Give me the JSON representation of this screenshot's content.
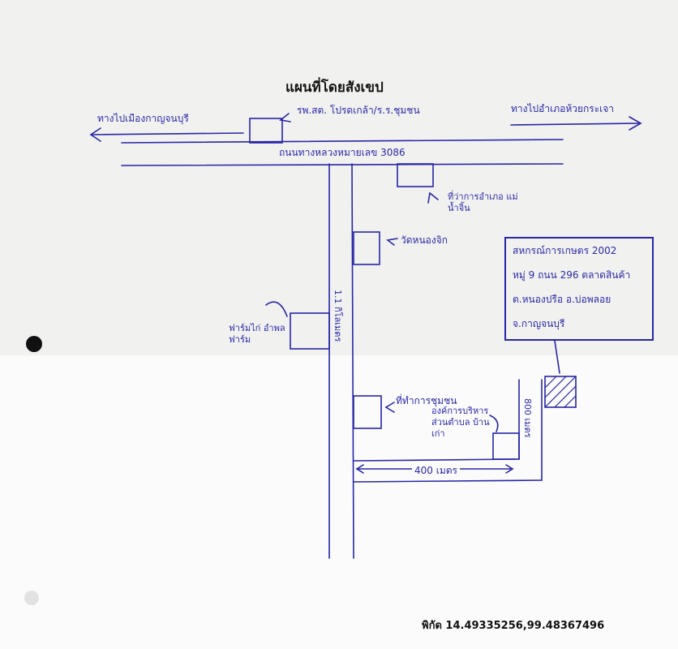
{
  "map": {
    "title": "แผนที่โดยสังเขป",
    "coordinates": "พิกัด 14.49335256,99.48367496"
  },
  "labels": {
    "to_kanchanaburi": "ทางไปเมืองกาญจนบุรี",
    "to_huai_krachao": "ทางไปอำเภอห้วยกระเจา",
    "school_top": "รพ.สต. โปรดเกล้า/ร.ร.ชุมชน",
    "highway": "ถนนทางหลวงหมายเลข 3086",
    "village_office": "ที่ว่าการอำเภอ แม่น้ำจิ้น",
    "temple": "วัดหนองจิก",
    "farm": "ฟาร์มไก่ อำพล ฟาร์ม",
    "side_road_distance": "1.1 กิโลเมตร",
    "community_building": "ที่ทำการชุมชน",
    "local_office": "องค์การบริหาร ส่วนตำบล บ้านเก่า",
    "distance_400": "400 เมตร",
    "distance_800": "800 เมตร"
  },
  "destination": {
    "line1": "สหกรณ์การเกษตร 2002",
    "line2": "หมู่ 9 ถนน 296 ตลาดสินค้า",
    "line3": "ต.หนองปรือ อ.บ่อพลอย",
    "line4": "จ.กาญจนบุรี"
  },
  "colors": {
    "ink": "#2a2aa8",
    "print": "#111111"
  }
}
